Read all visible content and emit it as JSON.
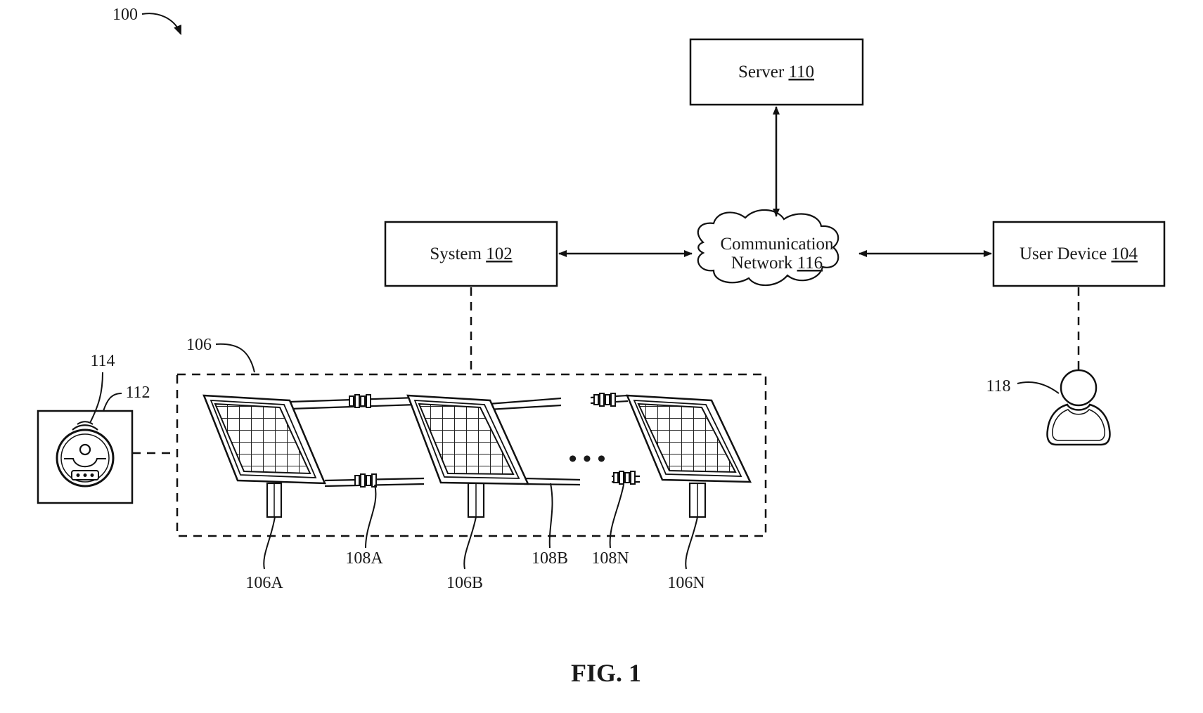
{
  "figure": {
    "ref_number": "100",
    "caption": "FIG. 1"
  },
  "server": {
    "name": "Server",
    "ref": "110"
  },
  "system": {
    "name": "System",
    "ref": "102"
  },
  "network": {
    "line1": "Communication",
    "line2_name": "Network",
    "ref": "116"
  },
  "user_device": {
    "name": "User Device",
    "ref": "104"
  },
  "solar_array": {
    "ref": "106",
    "panels": [
      "106A",
      "106B",
      "106N"
    ],
    "connectors": [
      "108A",
      "108B",
      "108N"
    ],
    "ellipsis": "• • •"
  },
  "meter": {
    "housing_ref": "112",
    "meter_ref": "114"
  },
  "user": {
    "ref": "118"
  }
}
